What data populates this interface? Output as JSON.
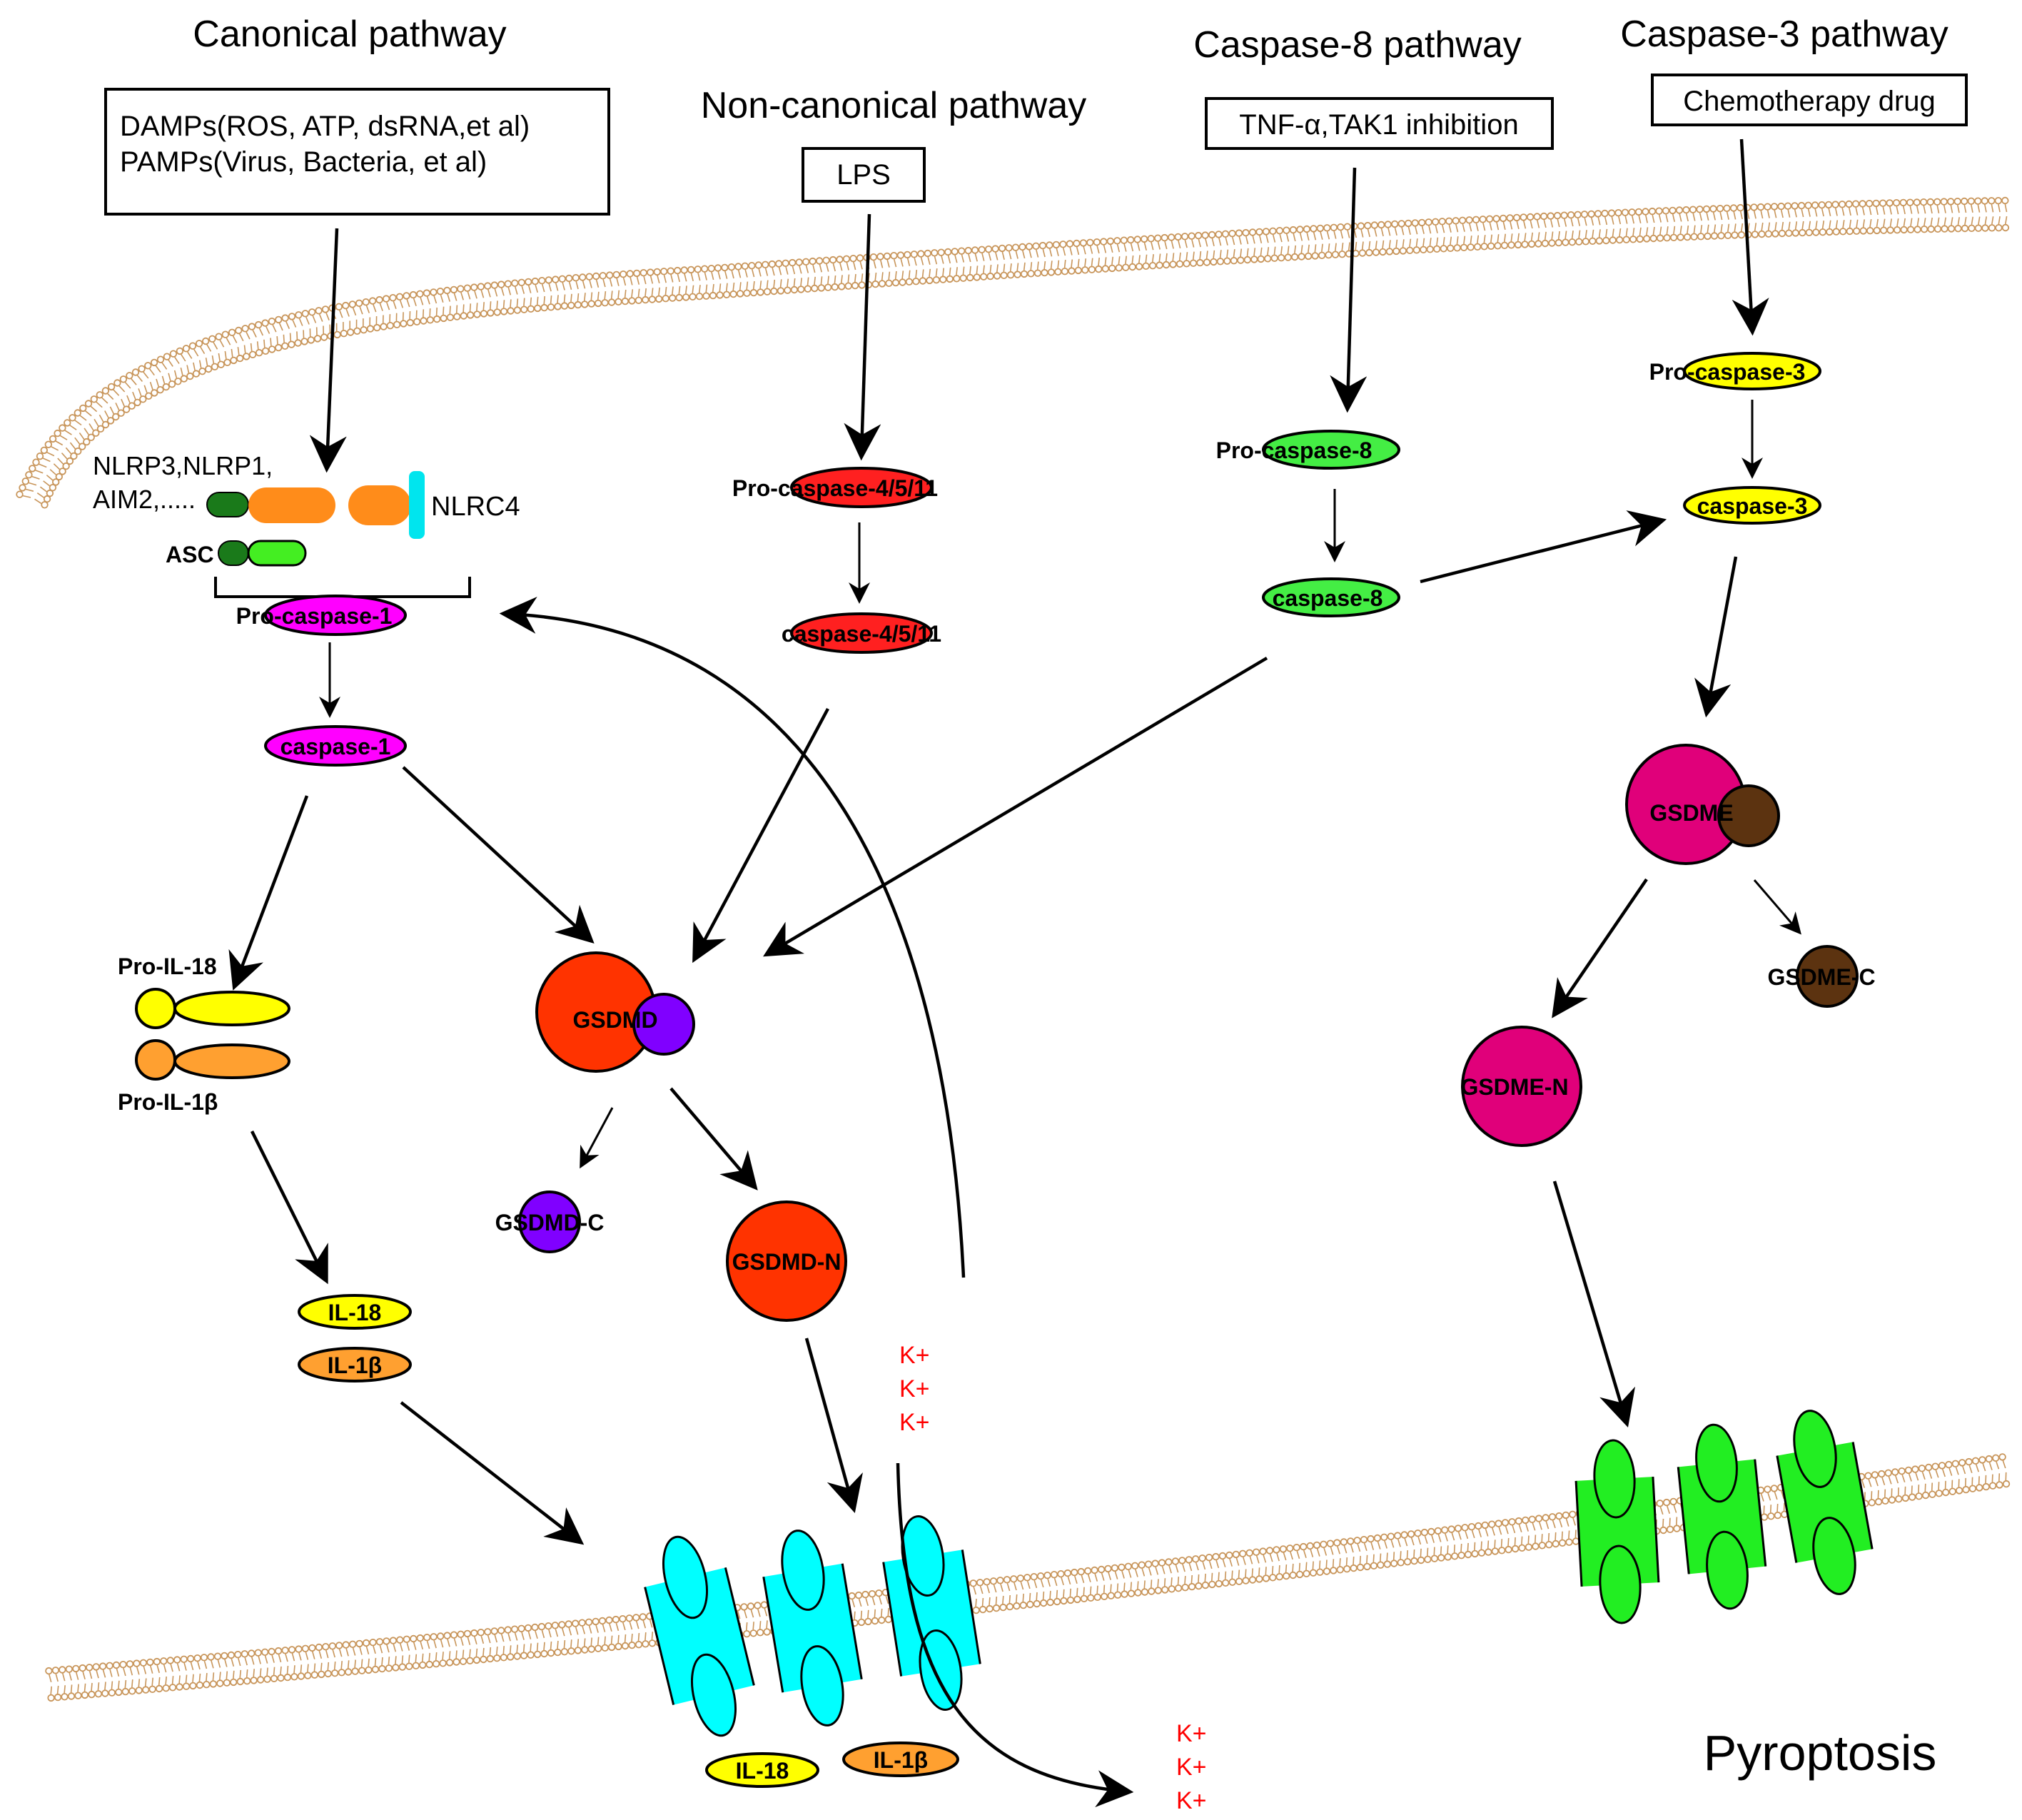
{
  "pathways": {
    "canonical": {
      "title": "Canonical pathway",
      "trigger_line1": "DAMPs(ROS, ATP, dsRNA,et al)",
      "trigger_line2": "PAMPs(Virus, Bacteria, et al)",
      "sensors_line1": "NLRP3,NLRP1,",
      "sensors_line2": "AIM2,.....",
      "nlrc4": "NLRC4",
      "asc": "ASC",
      "pro_caspase": "Pro-caspase-1",
      "caspase": "caspase-1",
      "pro_il18": "Pro-IL-18",
      "pro_il1b": "Pro-IL-1β",
      "il18": "IL-18",
      "il1b": "IL-1β"
    },
    "non_canonical": {
      "title": "Non-canonical pathway",
      "trigger": "LPS",
      "pro_caspase": "Pro-caspase-4/5/11",
      "caspase": "caspase-4/5/11"
    },
    "caspase8": {
      "title": "Caspase-8 pathway",
      "trigger": "TNF-α,TAK1 inhibition",
      "pro_caspase": "Pro-caspase-8",
      "caspase": "caspase-8"
    },
    "caspase3": {
      "title": "Caspase-3 pathway",
      "trigger": "Chemotherapy drug",
      "pro_caspase": "Pro-caspase-3",
      "caspase": "caspase-3"
    }
  },
  "gasdermins": {
    "gsdmd": "GSDMD",
    "gsdmd_c": "GSDMD-C",
    "gsdmd_n": "GSDMD-N",
    "gsdme": "GSDME",
    "gsdme_c": "GSDME-C",
    "gsdme_n": "GSDME-N"
  },
  "released": {
    "il18": "IL-18",
    "il1b": "IL-1β"
  },
  "ions": {
    "k_plus": "K+"
  },
  "outcome": "Pyroptosis",
  "colors": {
    "membrane": "#c8955a",
    "caspase1": "#ff00ff",
    "caspase4": "#ff2020",
    "caspase8": "#44ee44",
    "caspase3": "#ffff00",
    "gsdmd": "#ff3300",
    "gsdmd_c": "#8000ff",
    "gsdme": "#e0007a",
    "gsdme_c": "#5c3310",
    "pore_gsdmd": "#00ffff",
    "pore_gsdme": "#22ee22",
    "il18": "#ffff00",
    "il1b": "#ffa030",
    "k_plus": "#ff0000",
    "sensor_orange": "#ff8c1a",
    "sensor_green": "#1a7a1a",
    "asc_light": "#44ee22",
    "nlrc4_cyan": "#00e5ee"
  }
}
